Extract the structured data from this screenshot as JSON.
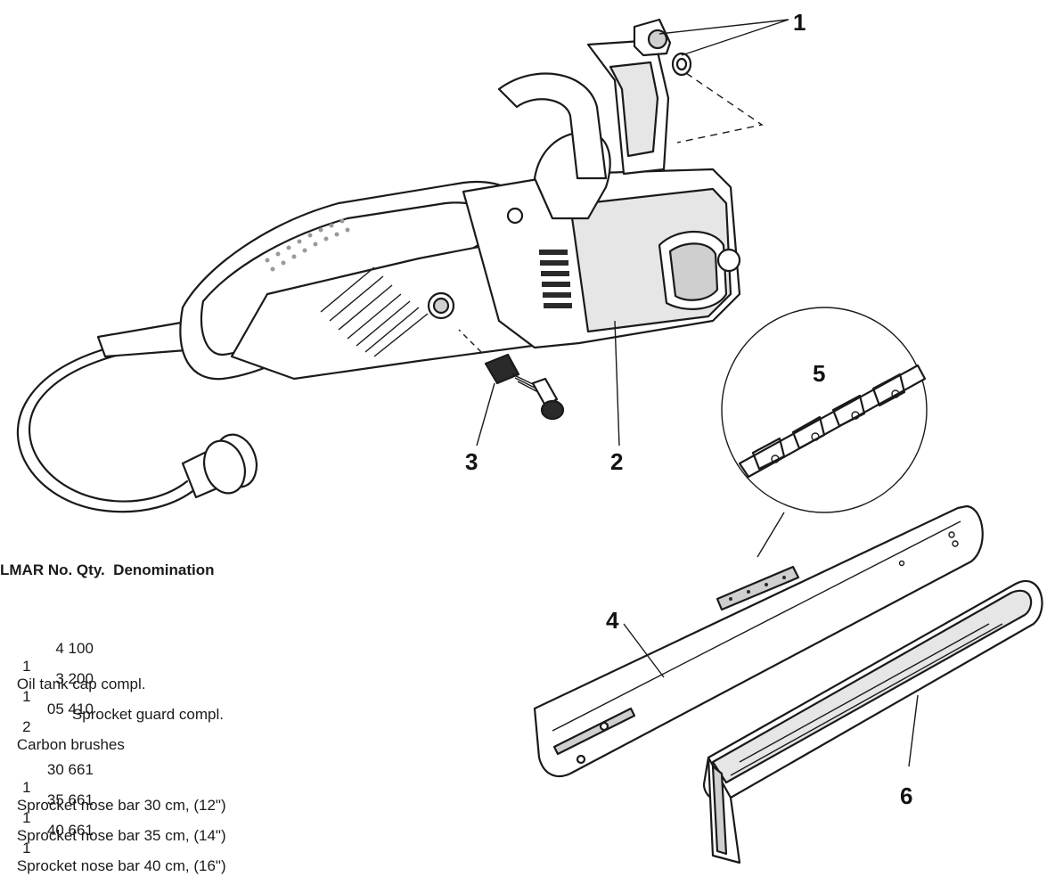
{
  "callouts": [
    "1",
    "2",
    "3",
    "4",
    "5",
    "6"
  ],
  "parts_table": {
    "header": "LMAR No. Qty.  Denomination",
    "rows": [
      {
        "no": "4 100",
        "qty": "1",
        "name": "Oil tank cap compl."
      },
      {
        "no": "3 200",
        "qty": "1",
        "name": "Sprocket guard compl."
      },
      {
        "no": "05 410",
        "qty": "2",
        "name": "Carbon brushes"
      },
      {
        "no": "30 661",
        "qty": "1",
        "name": "Sprocket nose bar 30 cm, (12\")"
      },
      {
        "no": "35 661",
        "qty": "1",
        "name": "Sprocket nose bar 35 cm, (14\")"
      },
      {
        "no": "40 661",
        "qty": "1",
        "name": "Sprocket nose bar 40 cm, (16\")"
      }
    ]
  }
}
